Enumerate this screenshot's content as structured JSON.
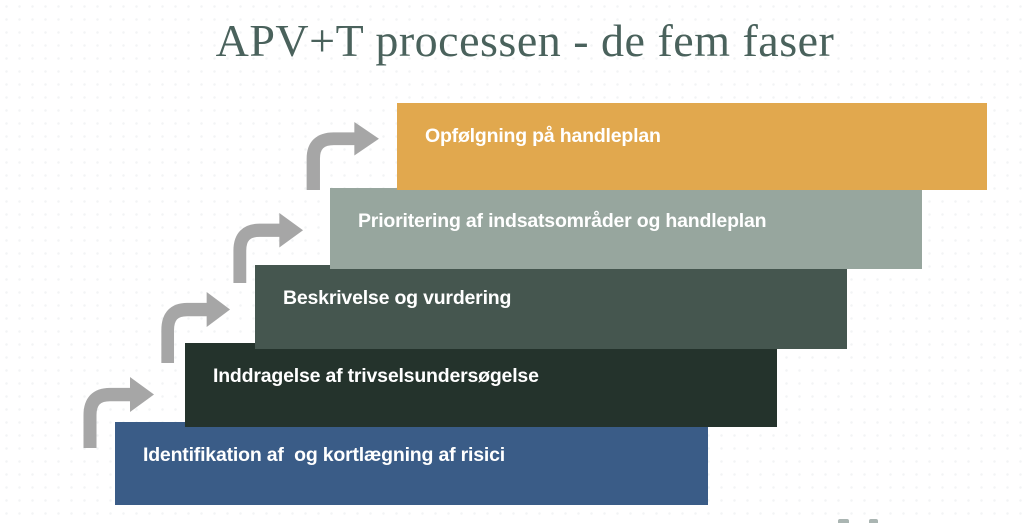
{
  "title": "APV+T processen - de fem faser",
  "colors": {
    "background": "#FFFFFF",
    "title_text": "#4A625C",
    "phase_label_text": "#FFFFFF",
    "arrow": "#A6A6A6",
    "logo_fragment": "#7D8D89"
  },
  "phases": [
    {
      "label": "Opfølgning på handleplan",
      "color": "#E1A84E"
    },
    {
      "label": "Prioritering af indsatsområder og handleplan",
      "color": "#97A69E"
    },
    {
      "label": "Beskrivelse og vurdering",
      "color": "#45564F"
    },
    {
      "label": "Inddragelse af trivselsundersøgelse",
      "color": "#24332C"
    },
    {
      "label": "Identifikation af  og kortlægning af risici",
      "color": "#3A5C87"
    }
  ],
  "arrows": {
    "icon": "curved-step-up-arrow",
    "color": "#A6A6A6",
    "count": 4
  }
}
